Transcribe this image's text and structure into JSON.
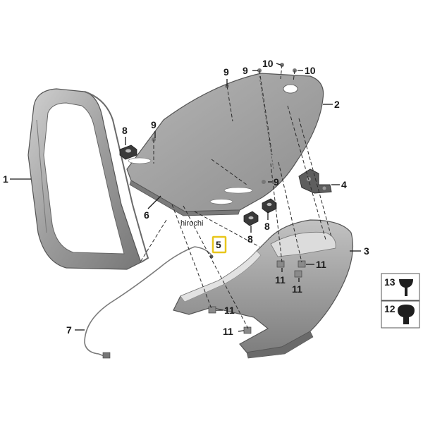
{
  "watermark": "hirochi",
  "highlight_label": "5",
  "callouts": {
    "p1": "1",
    "p2": "2",
    "p3": "3",
    "p4": "4",
    "p6": "6",
    "p7": "7",
    "p8a": "8",
    "p8b": "8",
    "p8c": "8",
    "p9a": "9",
    "p9b": "9",
    "p9c": "9",
    "p9d": "9",
    "p10a": "10",
    "p10b": "10",
    "p11a": "11",
    "p11b": "11",
    "p11c": "11",
    "p11d": "11"
  },
  "legend": {
    "l13": "13",
    "l12": "12"
  },
  "colors": {
    "part_fill": "#9a9a9a",
    "part_dark": "#6c6c6c",
    "part_light": "#c4c4c4",
    "highlight": "#e8c61b"
  }
}
